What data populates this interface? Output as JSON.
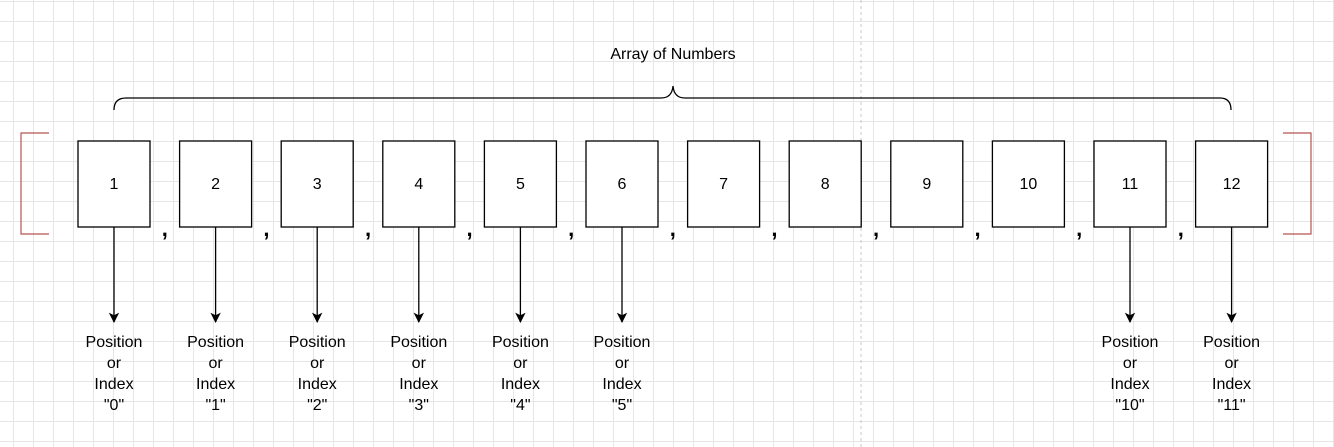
{
  "title": "Array of Numbers",
  "elements": [
    "1",
    "2",
    "3",
    "4",
    "5",
    "6",
    "7",
    "8",
    "9",
    "10",
    "11",
    "12"
  ],
  "separator": ",",
  "index_labels": [
    {
      "element": 0,
      "lines": [
        "Position",
        "or",
        "Index",
        "\"0\""
      ]
    },
    {
      "element": 1,
      "lines": [
        "Position",
        "or",
        "Index",
        "\"1\""
      ]
    },
    {
      "element": 2,
      "lines": [
        "Position",
        "or",
        "Index",
        "\"2\""
      ]
    },
    {
      "element": 3,
      "lines": [
        "Position",
        "or",
        "Index",
        "\"3\""
      ]
    },
    {
      "element": 4,
      "lines": [
        "Position",
        "or",
        "Index",
        "\"4\""
      ]
    },
    {
      "element": 5,
      "lines": [
        "Position",
        "or",
        "Index",
        "\"5\""
      ]
    },
    {
      "element": 10,
      "lines": [
        "Position",
        "or",
        "Index",
        "\"10\""
      ]
    },
    {
      "element": 11,
      "lines": [
        "Position",
        "or",
        "Index",
        "\"11\""
      ]
    }
  ],
  "colors": {
    "bracket": "#b85450",
    "stroke": "#000000",
    "grid": "#e6e6e6",
    "center_guide": "#c8c8c8"
  }
}
